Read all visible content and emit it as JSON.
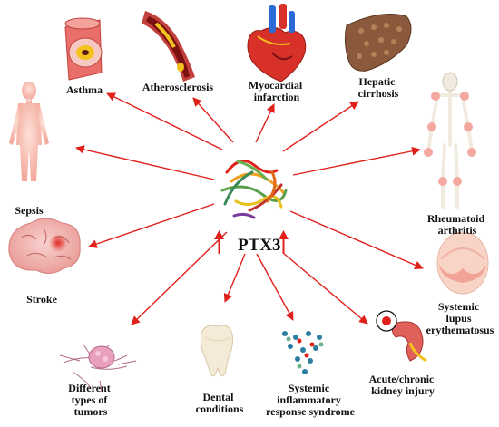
{
  "center": {
    "label": "PTX3"
  },
  "colors": {
    "arrow": "#e0201b",
    "skin": "#f6b9ae",
    "organ": "#e0605a",
    "liver": "#8b5a3c",
    "tooth": "#f3ead7"
  },
  "diseases": [
    {
      "id": "asthma",
      "lines": [
        "Asthma"
      ],
      "icon": "lung-airway-icon"
    },
    {
      "id": "atherosclerosis",
      "lines": [
        "Atherosclerosis"
      ],
      "icon": "artery-plaque-icon"
    },
    {
      "id": "myocardial-infarction",
      "lines": [
        "Myocardial",
        "infarction"
      ],
      "icon": "heart-icon"
    },
    {
      "id": "hepatic-cirrhosis",
      "lines": [
        "Hepatic",
        "cirrhosis"
      ],
      "icon": "liver-icon"
    },
    {
      "id": "sepsis",
      "lines": [
        "Sepsis"
      ],
      "icon": "human-body-icon"
    },
    {
      "id": "rheumatoid-arthritis",
      "lines": [
        "Rheumatoid",
        "arthritis"
      ],
      "icon": "skeleton-icon"
    },
    {
      "id": "stroke",
      "lines": [
        "Stroke"
      ],
      "icon": "brain-icon"
    },
    {
      "id": "sle",
      "lines": [
        "Systemic",
        "lupus",
        "erythematosus"
      ],
      "icon": "face-rash-icon"
    },
    {
      "id": "tumors",
      "lines": [
        "Different",
        "types of",
        "tumors"
      ],
      "icon": "tumor-icon"
    },
    {
      "id": "dental",
      "lines": [
        "Dental",
        "conditions"
      ],
      "icon": "tooth-icon"
    },
    {
      "id": "sirs",
      "lines": [
        "Systemic",
        "inflammatory",
        "response syndrome"
      ],
      "icon": "cell-cluster-icon"
    },
    {
      "id": "kidney",
      "lines": [
        "Acute/chronic",
        "kidney injury"
      ],
      "icon": "kidney-icon"
    }
  ]
}
